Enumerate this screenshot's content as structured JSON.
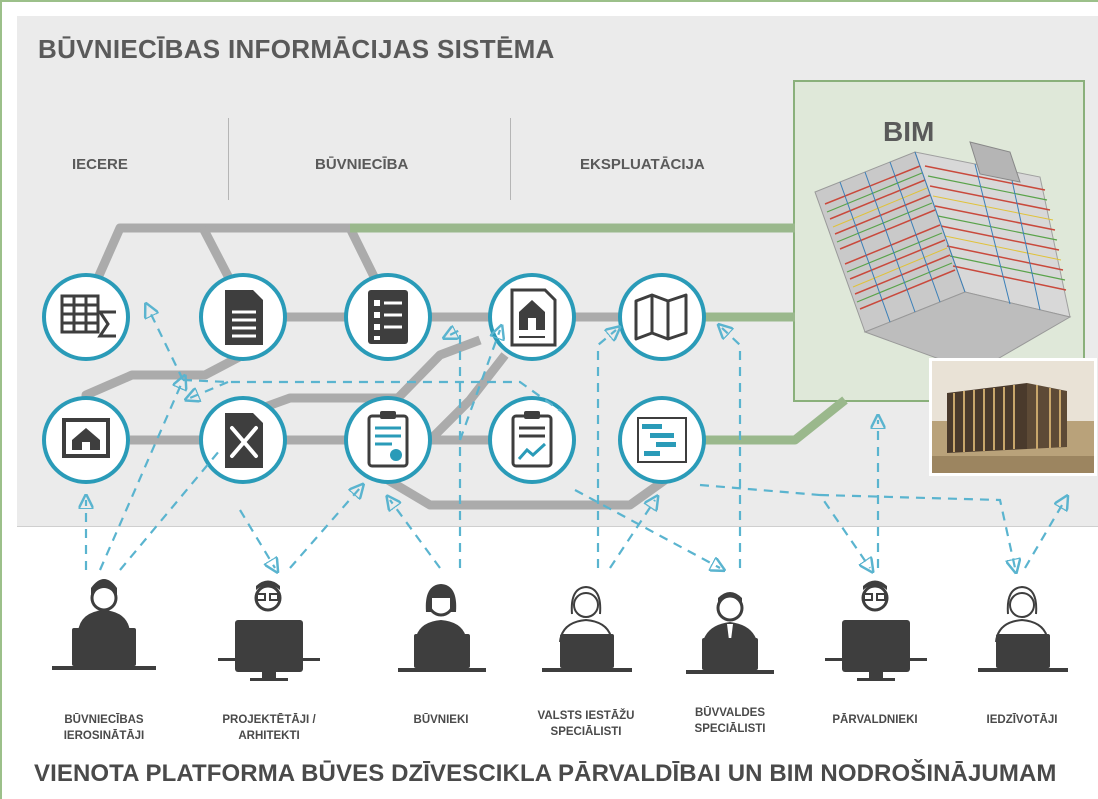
{
  "header": {
    "title": "BŪVNIECĪBAS INFORMĀCIJAS SISTĒMA"
  },
  "phases": [
    {
      "label": "IECERE"
    },
    {
      "label": "BŪVNIECĪBA"
    },
    {
      "label": "EKSPLUATĀCIJA"
    }
  ],
  "bim": {
    "label": "BIM"
  },
  "nodes": [
    {
      "icon": "spreadsheet-sum-icon"
    },
    {
      "icon": "document-icon"
    },
    {
      "icon": "checklist-icon"
    },
    {
      "icon": "house-plan-icon"
    },
    {
      "icon": "map-icon"
    },
    {
      "icon": "house-blueprint-icon"
    },
    {
      "icon": "design-tools-icon"
    },
    {
      "icon": "certificate-clipboard-icon"
    },
    {
      "icon": "report-chart-clipboard-icon"
    },
    {
      "icon": "gantt-schedule-icon"
    }
  ],
  "roles": [
    {
      "line1": "BŪVNIECĪBAS",
      "line2": "IEROSINĀTĀJI",
      "icon": "person-laptop-icon"
    },
    {
      "line1": "PROJEKTĒTĀJI /",
      "line2": "ARHITEKTI",
      "icon": "person-glasses-monitor-icon"
    },
    {
      "line1": "BŪVNIEKI",
      "line2": "",
      "icon": "person-laptop-icon"
    },
    {
      "line1": "VALSTS IESTĀŽU",
      "line2": "SPECIĀLISTI",
      "icon": "person-laptop-icon"
    },
    {
      "line1": "BŪVVALDES",
      "line2": "SPECIĀLISTI",
      "icon": "person-tie-laptop-icon"
    },
    {
      "line1": "PĀRVALDNIEKI",
      "line2": "",
      "icon": "person-glasses-monitor-icon"
    },
    {
      "line1": "IEDZĪVOTĀJI",
      "line2": "",
      "icon": "person-laptop-icon"
    }
  ],
  "footer": {
    "title": "VIENOTA PLATFORMA BŪVES DZĪVESCIKLA PĀRVALDĪBAI UN BIM NODROŠINĀJUMAM"
  },
  "colors": {
    "teal": "#2a9bb8",
    "connector_gray": "#a9a9a9",
    "bim_green": "#9ab88c",
    "dashed_blue": "#5ab4cf",
    "icon_dark": "#3e3e3e"
  }
}
